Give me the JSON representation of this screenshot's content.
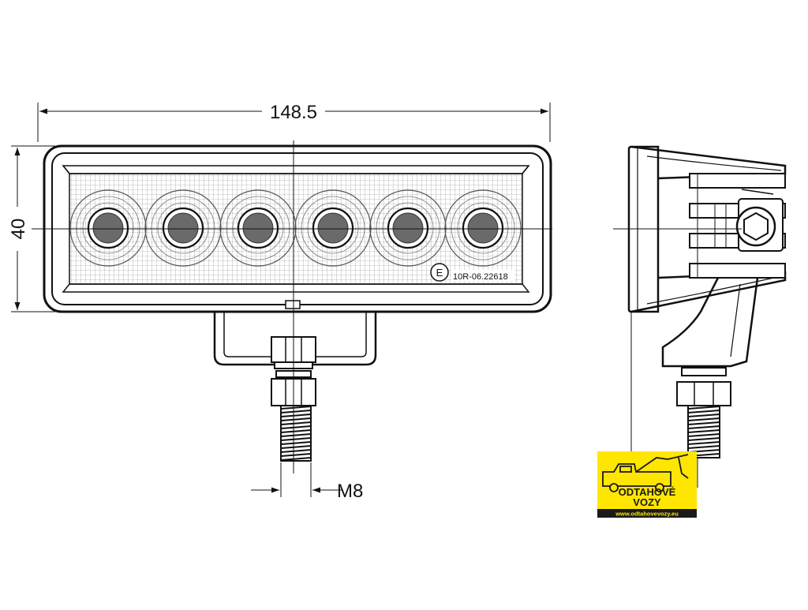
{
  "dimensions": {
    "width": "148.5",
    "height": "40",
    "thread": "M8"
  },
  "lens_marking": {
    "approval_letter": "E",
    "approval_code": "10R-06.22618"
  },
  "logo": {
    "name_line1": "ODTAHOVÉ",
    "name_line2": "VOZY",
    "url": "www.odtahovevozy.eu",
    "background": "#ffe600",
    "strip_color": "#1a1a1a",
    "text_color": "#1a1a1a"
  },
  "led_count": 6,
  "colors": {
    "line": "#111111",
    "background": "#ffffff"
  }
}
